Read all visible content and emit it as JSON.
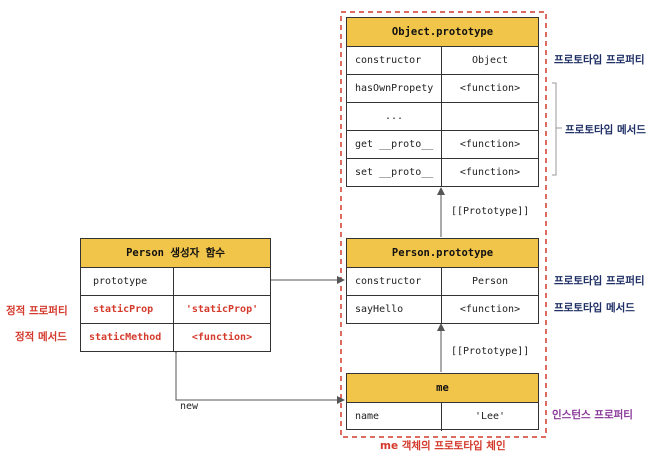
{
  "object_prototype": {
    "title": "Object.prototype",
    "rows": [
      {
        "key": "constructor",
        "value": "Object"
      },
      {
        "key": "hasOwnPropety",
        "value": "<function>"
      },
      {
        "key": "...",
        "value": ""
      },
      {
        "key": "get __proto__",
        "value": "<function>"
      },
      {
        "key": "set __proto__",
        "value": "<function>"
      }
    ]
  },
  "person_prototype": {
    "title": "Person.prototype",
    "rows": [
      {
        "key": "constructor",
        "value": "Person"
      },
      {
        "key": "sayHello",
        "value": "<function>"
      }
    ]
  },
  "me": {
    "title": "me",
    "rows": [
      {
        "key": "name",
        "value": "'Lee'"
      }
    ]
  },
  "person_constructor": {
    "title": "Person 생성자 함수",
    "rows": [
      {
        "key": "prototype",
        "value": ""
      },
      {
        "key": "staticProp",
        "value": "'staticProp'"
      },
      {
        "key": "staticMethod",
        "value": "<function>"
      }
    ]
  },
  "labels": {
    "obj_proto_property": "프로토타입 프로퍼티",
    "obj_proto_method": "프로토타입 메서드",
    "person_proto_property": "프로토타입 프로퍼티",
    "person_proto_method": "프로토타입 메서드",
    "instance_property": "인스턴스 프로퍼티",
    "static_property": "정적 프로퍼티",
    "static_method": "정적 메서드",
    "prototype_link_1": "[[Prototype]]",
    "prototype_link_2": "[[Prototype]]",
    "new_label": "new",
    "chain_caption": "me 객체의 프로토타입 체인"
  },
  "colors": {
    "header_fill": "#f1c44a",
    "chain_border": "#d43a2c",
    "label_navy": "#1f2f66",
    "label_red": "#d43a2c"
  }
}
